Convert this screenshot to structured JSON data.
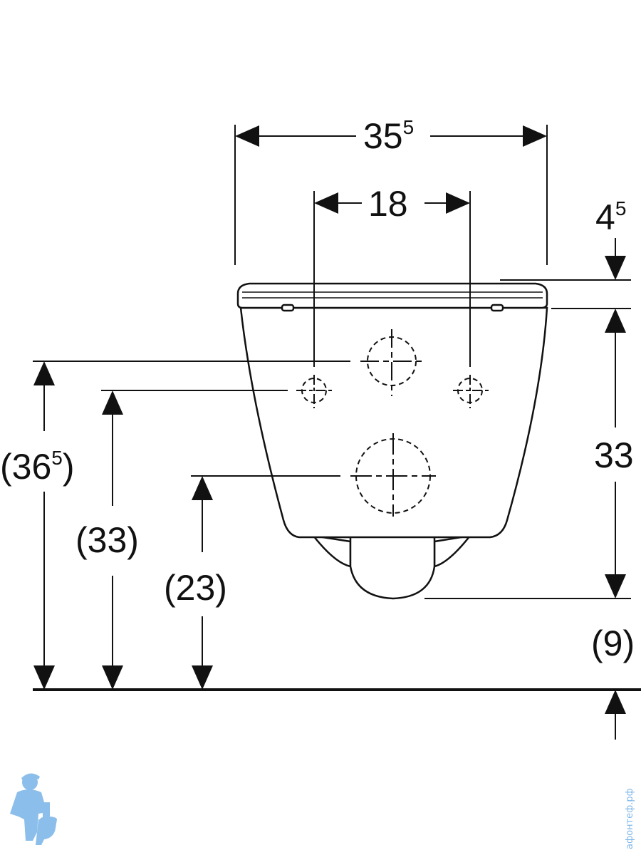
{
  "diagram": {
    "dimensions": {
      "overall_width": {
        "main": "35",
        "sup": "5"
      },
      "bolt_spacing": {
        "main": "18",
        "sup": ""
      },
      "seat_thickness": {
        "main": "4",
        "sup": "5"
      },
      "bowl_height": {
        "main": "33",
        "sup": ""
      },
      "inlet_height": {
        "main": "(36",
        "sup": "5",
        "close": ")"
      },
      "bolt_height": {
        "main": "(33)",
        "sup": ""
      },
      "outlet_height": {
        "main": "(23)",
        "sup": ""
      },
      "floor_clearance": {
        "main": "(9)",
        "sup": ""
      }
    },
    "watermark": {
      "site_text": "афонтеф.рф",
      "icon": "plumber-mascot-icon",
      "color": "#7fb7e8"
    }
  }
}
